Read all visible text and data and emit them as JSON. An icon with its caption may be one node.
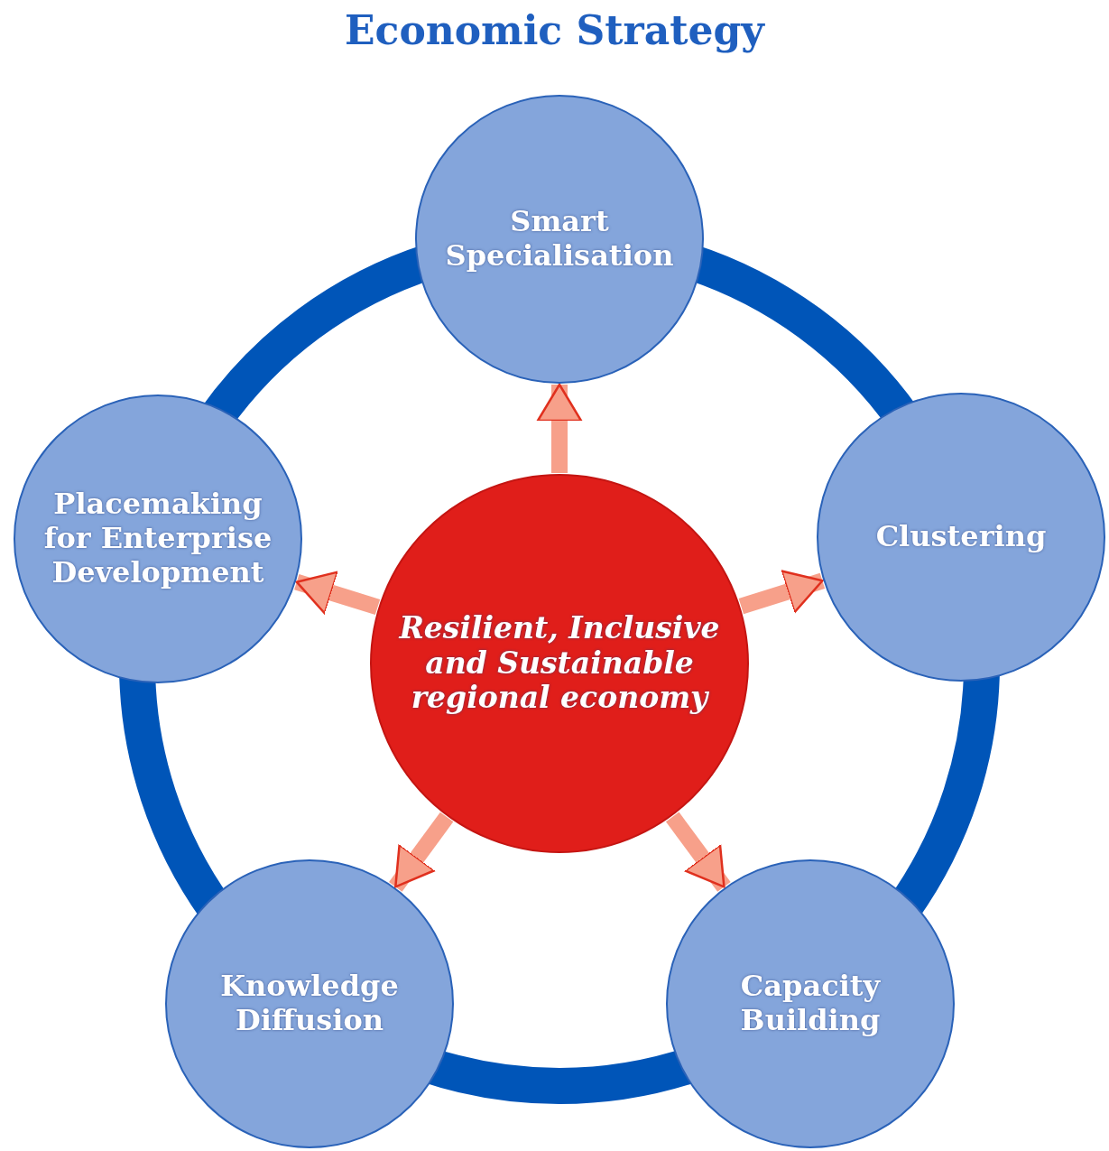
{
  "diagram": {
    "title": "Economic Strategy",
    "nodes": [
      {
        "text": [
          "Smart Specialisation"
        ]
      },
      {
        "text": [
          "Placemaking for Enterprise Development"
        ]
      },
      {
        "text": [
          "Clustering"
        ]
      },
      {
        "text": [
          "Resilient, Inclusive and Sustainable regional economy"
        ]
      },
      {
        "text": [
          "Knowledge Diffusion"
        ]
      },
      {
        "text": [
          "Capacity Building"
        ]
      }
    ],
    "edges": [
      {
        "from": 0,
        "to": 2,
        "arrow": "none",
        "style": "thick",
        "color": "#0055b8"
      },
      {
        "from": 2,
        "to": 5,
        "arrow": "none",
        "style": "thick",
        "color": "#0055b8"
      },
      {
        "from": 5,
        "to": 4,
        "arrow": "none",
        "style": "thick",
        "color": "#0055b8"
      },
      {
        "from": 4,
        "to": 1,
        "arrow": "none",
        "style": "thick",
        "color": "#0055b8"
      },
      {
        "from": 1,
        "to": 0,
        "arrow": "none",
        "style": "thick",
        "color": "#0055b8"
      },
      {
        "from": 3,
        "to": 0,
        "arrow": "to",
        "color": "#f7a08a"
      },
      {
        "from": 3,
        "to": 2,
        "arrow": "to",
        "color": "#f7a08a"
      },
      {
        "from": 3,
        "to": 5,
        "arrow": "to",
        "color": "#f7a08a"
      },
      {
        "from": 3,
        "to": 4,
        "arrow": "to",
        "color": "#f7a08a"
      },
      {
        "from": 3,
        "to": 1,
        "arrow": "to",
        "color": "#f7a08a"
      }
    ]
  }
}
